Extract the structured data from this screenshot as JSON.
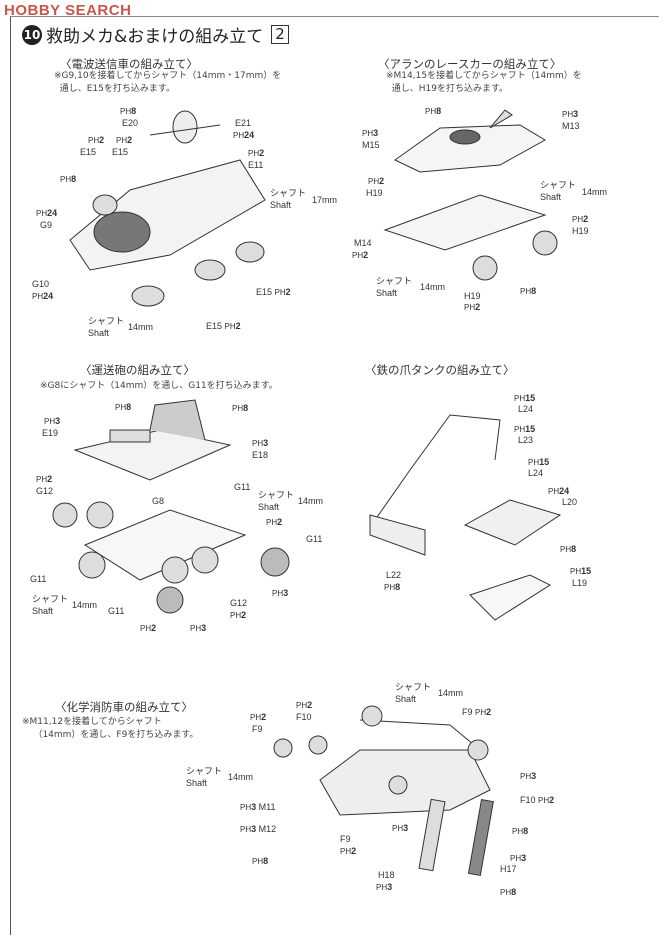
{
  "watermark": "HOBBY SEARCH",
  "step": {
    "number": "10",
    "title": "救助メカ&おまけの組み立て",
    "page_box": "2"
  },
  "part_ref": "PH",
  "sections": [
    {
      "title": "〈電波送信車の組み立て〉",
      "note": "※G9,10を接着してからシャフト（14mm・17mm）を\n  通し、E15を打ち込みます。",
      "labels": [
        {
          "ph": "8"
        },
        {
          "text": "E20"
        },
        {
          "text": "E21"
        },
        {
          "ph": "24"
        },
        {
          "ph": "2"
        },
        {
          "text": "E15"
        },
        {
          "ph": "2"
        },
        {
          "text": "E15"
        },
        {
          "ph": "2"
        },
        {
          "text": "E11"
        },
        {
          "ph": "8"
        },
        {
          "text": "シャフト"
        },
        {
          "text": "Shaft"
        },
        {
          "text": "17mm"
        },
        {
          "ph": "24"
        },
        {
          "text": "G9"
        },
        {
          "text": "G10"
        },
        {
          "ph": "24"
        },
        {
          "text": "E15",
          "ph": "2"
        },
        {
          "text": "シャフト"
        },
        {
          "text": "Shaft"
        },
        {
          "text": "14mm"
        },
        {
          "text": "E15",
          "ph": "2"
        }
      ]
    },
    {
      "title": "〈アランのレースカーの組み立て〉",
      "note": "※M14,15を接着してからシャフト（14mm）を\n  通し、H19を打ち込みます。",
      "labels": [
        {
          "ph": "8"
        },
        {
          "ph": "3"
        },
        {
          "text": "M13"
        },
        {
          "ph": "3"
        },
        {
          "text": "M15"
        },
        {
          "ph": "2"
        },
        {
          "text": "H19"
        },
        {
          "text": "シャフト"
        },
        {
          "text": "Shaft"
        },
        {
          "text": "14mm"
        },
        {
          "ph": "2"
        },
        {
          "text": "H19"
        },
        {
          "text": "M14"
        },
        {
          "ph": "2"
        },
        {
          "text": "シャフト"
        },
        {
          "text": "Shaft"
        },
        {
          "text": "14mm"
        },
        {
          "text": "H19"
        },
        {
          "ph": "2"
        },
        {
          "ph": "8"
        }
      ]
    },
    {
      "title": "〈運送砲の組み立て〉",
      "note": "※G8にシャフト（14mm）を通し、G11を打ち込みます。",
      "labels": [
        {
          "ph": "8"
        },
        {
          "ph": "8"
        },
        {
          "ph": "3"
        },
        {
          "text": "E19"
        },
        {
          "ph": "3"
        },
        {
          "text": "E18"
        },
        {
          "ph": "2"
        },
        {
          "text": "G12"
        },
        {
          "text": "G11"
        },
        {
          "text": "シャフト"
        },
        {
          "text": "Shaft"
        },
        {
          "text": "14mm"
        },
        {
          "text": "G8"
        },
        {
          "ph": "2"
        },
        {
          "text": "G11"
        },
        {
          "text": "G11"
        },
        {
          "text": "シャフト"
        },
        {
          "text": "Shaft"
        },
        {
          "text": "14mm"
        },
        {
          "text": "G11"
        },
        {
          "text": "G12"
        },
        {
          "ph": "2"
        },
        {
          "ph": "2"
        },
        {
          "ph": "3"
        },
        {
          "ph": "3"
        }
      ]
    },
    {
      "title": "〈鉄の爪タンクの組み立て〉",
      "note": "",
      "labels": [
        {
          "ph": "15"
        },
        {
          "text": "L24"
        },
        {
          "ph": "15"
        },
        {
          "text": "L23"
        },
        {
          "ph": "15"
        },
        {
          "text": "L24"
        },
        {
          "ph": "24"
        },
        {
          "text": "L20"
        },
        {
          "ph": "8"
        },
        {
          "text": "L22"
        },
        {
          "ph": "8"
        },
        {
          "ph": "15"
        },
        {
          "text": "L19"
        }
      ]
    },
    {
      "title": "〈化学消防車の組み立て〉",
      "note": "※M11,12を接着してからシャフト\n    （14mm）を通し、F9を打ち込みます。",
      "labels": [
        {
          "text": "シャフト"
        },
        {
          "text": "Shaft"
        },
        {
          "text": "14mm"
        },
        {
          "ph": "2"
        },
        {
          "text": "F10"
        },
        {
          "text": "F9",
          "ph": "2"
        },
        {
          "ph": "2"
        },
        {
          "text": "F9"
        },
        {
          "ph": "3"
        },
        {
          "text": "シャフト"
        },
        {
          "text": "Shaft"
        },
        {
          "text": "14mm"
        },
        {
          "text": "F10",
          "ph": "2"
        },
        {
          "ph": "3",
          "text": "M11"
        },
        {
          "ph": "3",
          "text": "M12"
        },
        {
          "ph": "3"
        },
        {
          "ph": "8"
        },
        {
          "text": "F9"
        },
        {
          "ph": "2"
        },
        {
          "ph": "8"
        },
        {
          "text": "H18"
        },
        {
          "ph": "3"
        },
        {
          "text": "H17"
        },
        {
          "ph": "3"
        },
        {
          "ph": "8"
        }
      ]
    }
  ]
}
